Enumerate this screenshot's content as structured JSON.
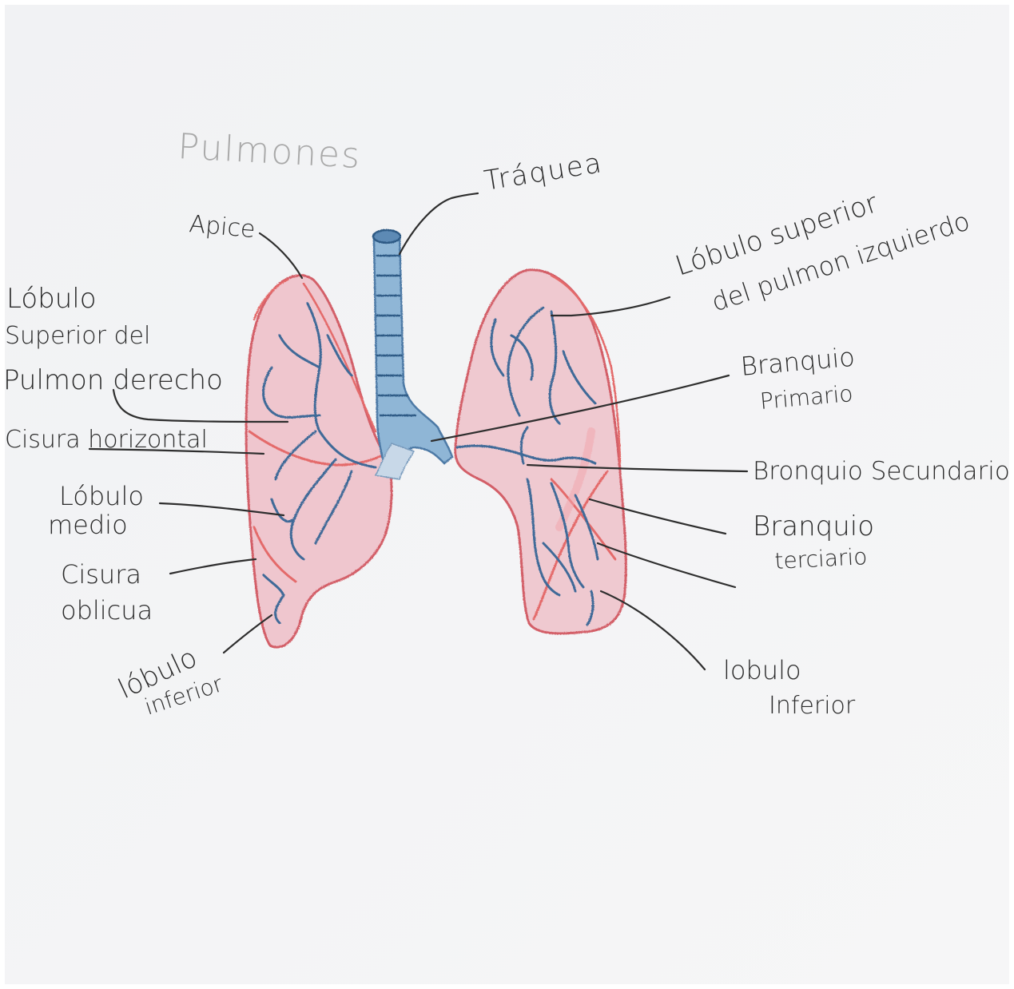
{
  "title": "Pulmones",
  "labels": {
    "traquea": "Tráquea",
    "apice": "Apice",
    "lobulo_superior_derecho": [
      "Lóbulo",
      "Superior del",
      "Pulmon derecho"
    ],
    "cisura_horizontal": "Cisura horizontal",
    "lobulo_medio": [
      "Lóbulo",
      "medio"
    ],
    "cisura_oblicua": [
      "Cisura",
      "oblicua"
    ],
    "lobulo_inferior_derecho": [
      "lóbulo",
      "inferior"
    ],
    "lobulo_superior_izquierdo": [
      "Lóbulo superior",
      "del pulmon izquierdo"
    ],
    "bronquio_primario": [
      "Branquio",
      "Primario"
    ],
    "bronquio_secundario": "Bronquio Secundario",
    "bronquio_terciario": [
      "Branquio",
      "terciario"
    ],
    "lobulo_inferior_izquierdo": [
      "lobulo",
      "Inferior"
    ]
  },
  "colors": {
    "paper": "#f4f4f6",
    "lung_pink": "#efc7cf",
    "lung_outline": "#d9606a",
    "bronchi_blue": "#4d7aa6",
    "trachea_blue": "#8fb6d6"
  }
}
